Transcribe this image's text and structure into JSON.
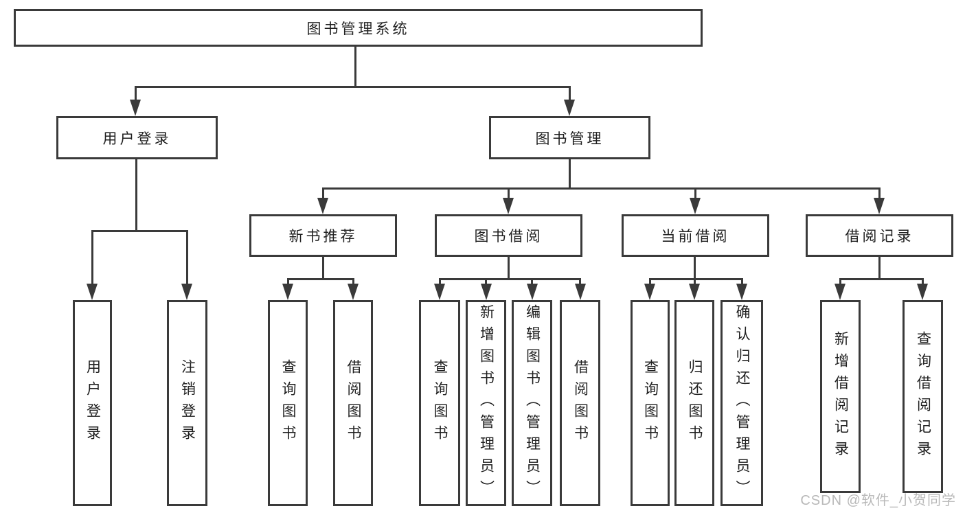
{
  "diagram": {
    "title": "图书管理系统",
    "level2": {
      "user_login": "用户登录",
      "book_mgmt": "图书管理"
    },
    "level3": {
      "new_books": "新书推荐",
      "borrowing": "图书借阅",
      "current": "当前借阅",
      "records": "借阅记录"
    },
    "leaves": {
      "user_login": [
        "用户登录",
        "注销登录"
      ],
      "new_books": [
        "查询图书",
        "借阅图书"
      ],
      "borrowing": [
        "查询图书",
        "新增图书（管理员）",
        "编辑图书（管理员）",
        "借阅图书"
      ],
      "current": [
        "查询图书",
        "归还图书",
        "确认归还（管理员）"
      ],
      "records": [
        "新增借阅记录",
        "查询借阅记录"
      ]
    }
  },
  "watermark": {
    "text": "CSDN @软件_小贺同学"
  },
  "colors": {
    "line": "#3a3a3a",
    "text": "#1f1f1f",
    "watermark": "#b9b9b9",
    "background": "#ffffff"
  }
}
